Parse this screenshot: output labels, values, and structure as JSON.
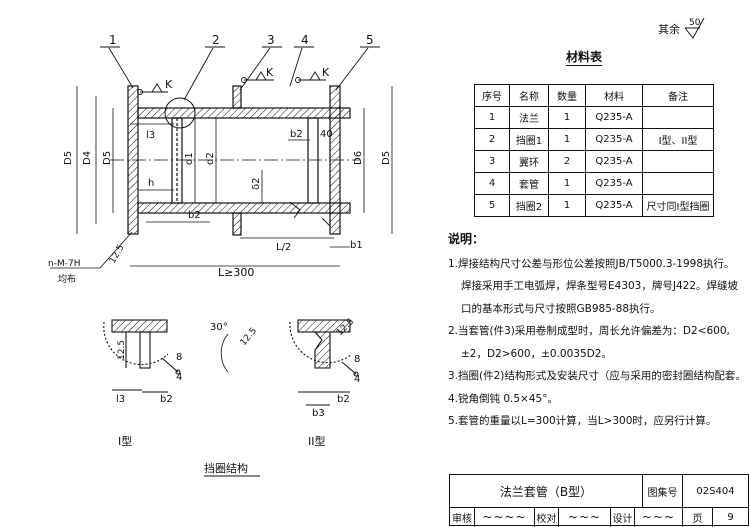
{
  "surface_finish": {
    "label": "其余",
    "value": "50"
  },
  "part_callouts": [
    "1",
    "2",
    "3",
    "4",
    "5"
  ],
  "weld_labels": {
    "k": "K",
    "four": "4",
    "eight": "8"
  },
  "dims": {
    "D5": "D5",
    "D4": "D4",
    "d1": "d1",
    "d2": "d2",
    "D6": "D6",
    "D5r": "D5",
    "l3": "l3",
    "b2": "b2",
    "b2_top": "b2",
    "b2_bot": "b2",
    "forty": "40",
    "h": "h",
    "delta2": "δ2",
    "L2": "L/2",
    "b1": "b1",
    "L300": "L≥300",
    "b1_bot": "b1",
    "thread": "n-M-7H",
    "thread_note": "均布",
    "twelve5": "12.5"
  },
  "detail": {
    "angle": "30°",
    "r125": "12.5",
    "r125b": "12.5",
    "h_left": "12.5",
    "l3": "l3",
    "b2": "b2",
    "b2r": "b2",
    "b3": "b3",
    "type1": "I型",
    "type2": "II型",
    "caption": "挡圈结构"
  },
  "material_table": {
    "title": "材料表",
    "headers": [
      "序号",
      "名称",
      "数量",
      "材料",
      "备注"
    ],
    "rows": [
      [
        "1",
        "法兰",
        "1",
        "Q235-A",
        ""
      ],
      [
        "2",
        "挡圈1",
        "1",
        "Q235-A",
        "I型、II型"
      ],
      [
        "3",
        "翼环",
        "2",
        "Q235-A",
        ""
      ],
      [
        "4",
        "套管",
        "1",
        "Q235-A",
        ""
      ],
      [
        "5",
        "挡圈2",
        "1",
        "Q235-A",
        "尺寸同I型挡圈"
      ]
    ]
  },
  "notes": {
    "heading": "说明：",
    "lines": [
      "1.焊接结构尺寸公差与形位公差按照JB/T5000.3-1998执行。",
      "焊接采用手工电弧焊，焊条型号E4303，牌号J422。焊缝坡",
      "口的基本形式与尺寸按照GB985-88执行。",
      "2.当套管(件3)采用卷制成型时，周长允许偏差为：D2<600,",
      "±2，D2>600，±0.0035D2。",
      "3.挡圈(件2)结构形式及安装尺寸（应与采用的密封圈结构配套。",
      "4.锐角倒钝 0.5×45°。",
      "5.套管的重量以L=300计算，当L>300时，应另行计算。"
    ]
  },
  "title_block": {
    "drawing_title": "法兰套管（B型）",
    "atlas_label": "图集号",
    "atlas_no": "02S404",
    "review_label": "审核",
    "check_label": "校对",
    "design_label": "设计",
    "page_label": "页",
    "page_no": "9"
  }
}
